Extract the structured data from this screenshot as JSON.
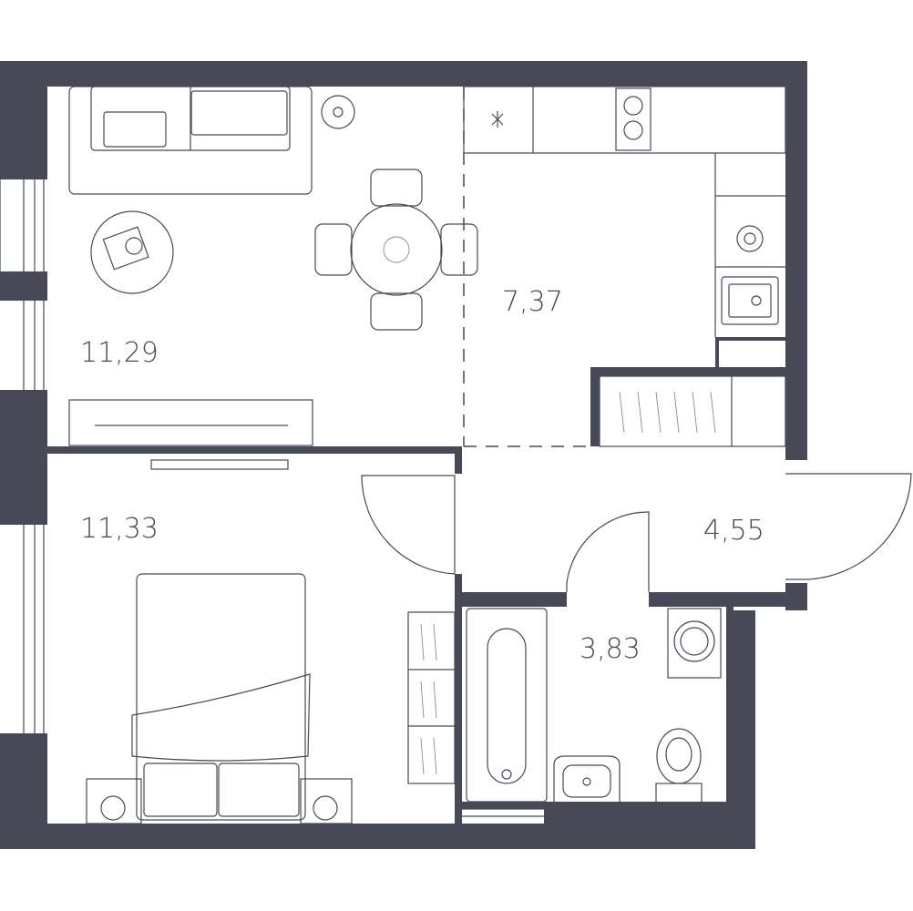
{
  "plan": {
    "colors": {
      "wall": "#474a56",
      "line": "#474a56",
      "background": "#ffffff"
    },
    "rooms": [
      {
        "id": "living",
        "area": "11,29"
      },
      {
        "id": "kitchen",
        "area": "7,37"
      },
      {
        "id": "bedroom",
        "area": "11,33"
      },
      {
        "id": "hallway",
        "area": "4,55"
      },
      {
        "id": "bathroom",
        "area": "3,83"
      }
    ],
    "icons": [
      "sofa-icon",
      "dining-table-icon",
      "coffee-table-icon",
      "tv-icon",
      "stove-icon",
      "sink-icon",
      "wardrobe-icon",
      "bed-icon",
      "bathtub-icon",
      "washing-machine-icon",
      "toilet-icon",
      "washbasin-icon",
      "nightstand-icon",
      "door-icon",
      "window-icon"
    ]
  }
}
